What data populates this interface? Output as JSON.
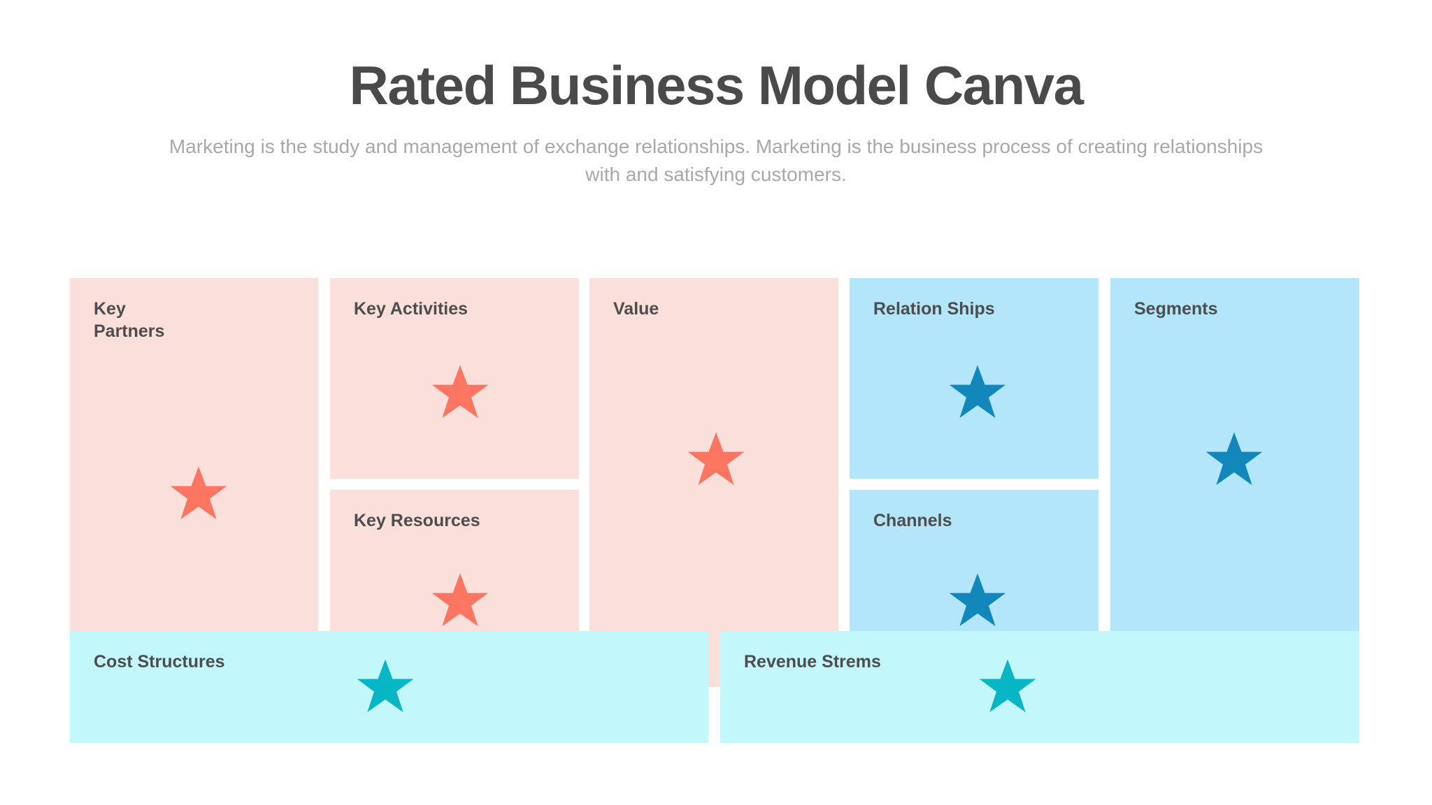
{
  "header": {
    "title": "Rated Business Model Canva",
    "subtitle": "Marketing is the study and management of exchange relationships. Marketing is the business process of creating relationships with and satisfying customers."
  },
  "colors": {
    "title_text": "#4a4a4a",
    "subtitle_text": "#a8a8a8",
    "label_text": "#4d4d4d",
    "pink_card_bg": "#fbdfdb",
    "blue_card_bg": "#b3e6fa",
    "cyan_card_bg": "#c2f7fb",
    "salmon_star": "#fc7561",
    "blue_star": "#1287bc",
    "teal_star": "#06b6c4",
    "page_bg": "#ffffff"
  },
  "canvas": {
    "cards": [
      {
        "id": "key-partners",
        "label": "Key\nPartners",
        "theme": "pink",
        "star_color": "#fc7561",
        "star_size": 84,
        "rating_star_count": 1
      },
      {
        "id": "key-activities",
        "label": "Key Activities",
        "theme": "pink",
        "star_color": "#fc7561",
        "star_size": 84,
        "rating_star_count": 1
      },
      {
        "id": "key-resources",
        "label": "Key Resources",
        "theme": "pink",
        "star_color": "#fc7561",
        "star_size": 84,
        "rating_star_count": 1
      },
      {
        "id": "value",
        "label": "Value",
        "theme": "pink",
        "star_color": "#fc7561",
        "star_size": 84,
        "rating_star_count": 1
      },
      {
        "id": "relation-ships",
        "label": "Relation Ships",
        "theme": "blue",
        "star_color": "#1287bc",
        "star_size": 84,
        "rating_star_count": 1
      },
      {
        "id": "channels",
        "label": "Channels",
        "theme": "blue",
        "star_color": "#1287bc",
        "star_size": 84,
        "rating_star_count": 1
      },
      {
        "id": "segments",
        "label": "Segments",
        "theme": "blue",
        "star_color": "#1287bc",
        "star_size": 84,
        "rating_star_count": 1
      },
      {
        "id": "cost-structures",
        "label": "Cost Structures",
        "theme": "cyan",
        "star_color": "#06b6c4",
        "star_size": 84,
        "rating_star_count": 1
      },
      {
        "id": "revenue-strems",
        "label": "Revenue Strems",
        "theme": "cyan",
        "star_color": "#06b6c4",
        "star_size": 84,
        "rating_star_count": 1
      }
    ]
  },
  "icons": {
    "rating_star": "star-icon"
  }
}
